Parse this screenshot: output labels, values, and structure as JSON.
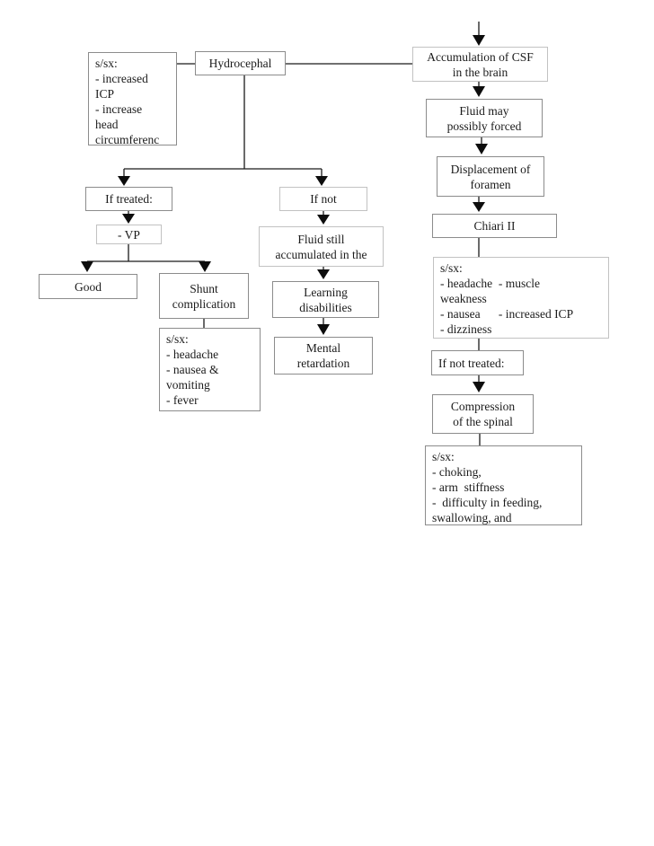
{
  "colors": {
    "background": "#ffffff",
    "box_fill": "#ffffff",
    "border_dark": "#8c8c8c",
    "border_light": "#c2c2c2",
    "text": "#1b1b1b",
    "line": "#1a1a1a",
    "arrow": "#0d0d0d"
  },
  "flowchart": {
    "nodes": {
      "sx_hydro": {
        "text": "s/sx:\n- increased\nICP\n- increase\nhead\ncircumferenc"
      },
      "hydrocephal": {
        "text": "Hydrocephal"
      },
      "accumulation": {
        "text": "Accumulation of CSF\nin the brain"
      },
      "fluid_may": {
        "text": "Fluid may\npossibly forced"
      },
      "displacement": {
        "text": "Displacement of\nforamen"
      },
      "chiari": {
        "text": "Chiari II"
      },
      "sx_chiari": {
        "text": "s/sx:\n- headache  - muscle\nweakness\n- nausea      - increased ICP\n- dizziness"
      },
      "if_not_treated": {
        "text": "If not treated:"
      },
      "compression": {
        "text": "Compression\nof the spinal"
      },
      "sx_compression": {
        "text": "s/sx:\n- choking,\n- arm  stiffness\n-  difficulty in feeding,\nswallowing, and"
      },
      "if_treated": {
        "text": "If treated:"
      },
      "vp": {
        "text": "- VP"
      },
      "good": {
        "text": "Good"
      },
      "shunt": {
        "text": "Shunt\ncomplication"
      },
      "sx_shunt": {
        "text": "s/sx:\n- headache\n- nausea &\nvomiting\n- fever"
      },
      "if_not": {
        "text": "If not"
      },
      "fluid_still": {
        "text": "Fluid still\naccumulated in the"
      },
      "learning": {
        "text": "Learning\ndisabilities"
      },
      "mental": {
        "text": "Mental\nretardation"
      }
    }
  }
}
